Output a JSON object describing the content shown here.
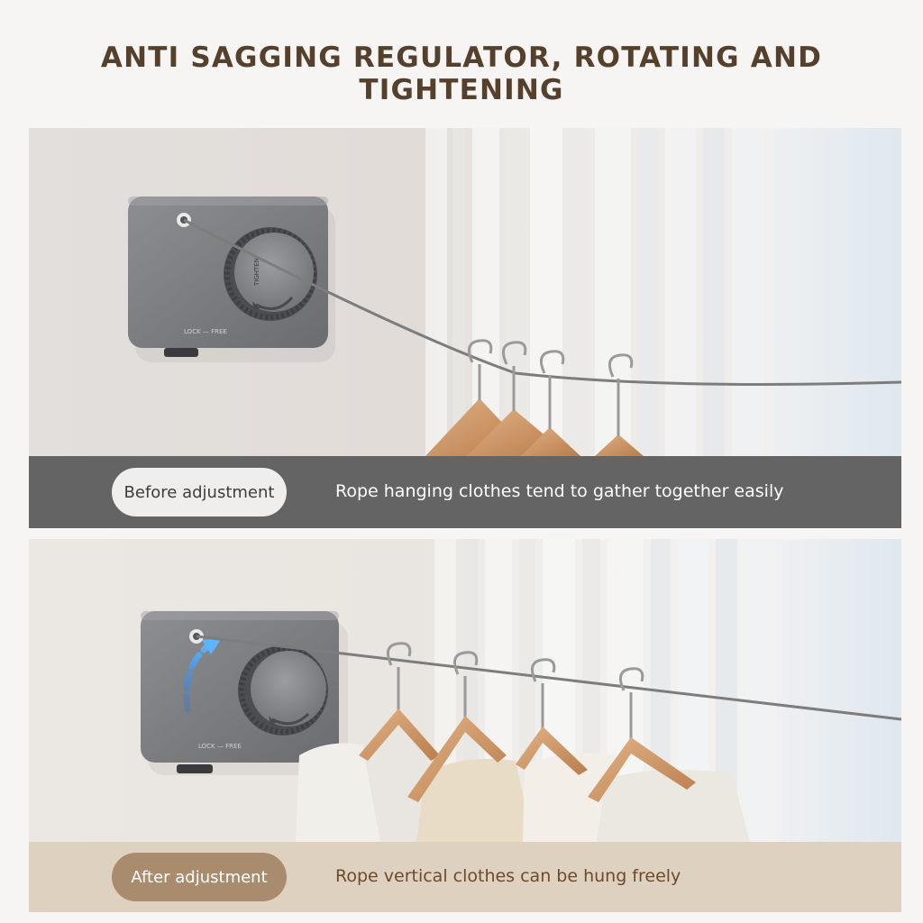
{
  "headline": "ANTI SAGGING REGULATOR, ROTATING AND TIGHTENING",
  "before": {
    "label": "Before adjustment",
    "description": "Rope hanging clothes tend to gather together easily",
    "device_switch_text": "LOCK — FREE"
  },
  "after": {
    "label": "After adjustment",
    "description": "Rope vertical clothes can be hung freely",
    "device_switch_text": "LOCK — FREE"
  },
  "colors": {
    "headline": "#54402c",
    "before_bar": "#646464",
    "after_bar": "#dfd1c0",
    "after_pill": "#a98c6e",
    "wood": "#d09a6a",
    "device": "#7b7c7e",
    "arrow_accent": "#3b8ef0"
  },
  "icons": [
    "clothesline-device-image",
    "dial-knob",
    "rotate-arrow",
    "wooden-hanger",
    "blue-tighten-arrow"
  ]
}
